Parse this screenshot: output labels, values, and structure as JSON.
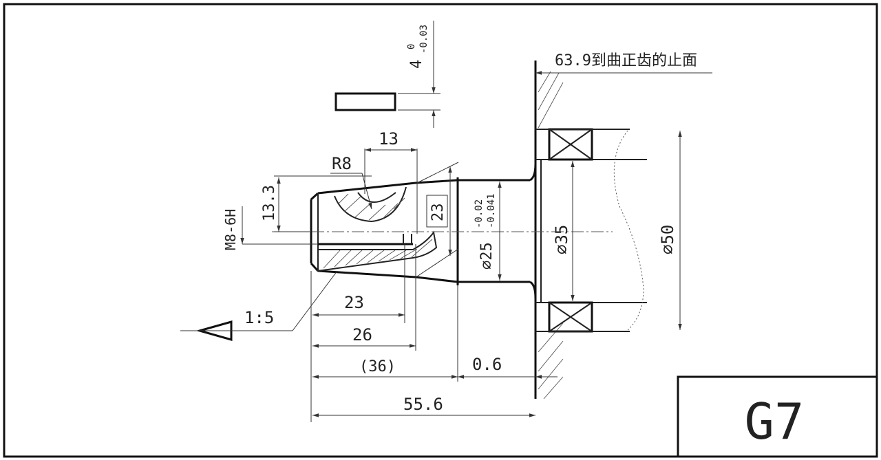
{
  "drawing": {
    "dims": {
      "key_height": "4",
      "key_tol_upper": "0",
      "key_tol_lower": "-0.03",
      "depth": "13",
      "radius": "R8",
      "thread_len": "13.3",
      "thread": "M8-6H",
      "box_23": "23",
      "shaft_dia": "⌀25",
      "shaft_tol_upper": "-0.02",
      "shaft_tol_lower": "-0.041",
      "bore_35": "⌀35",
      "bore_50": "⌀50",
      "taper": "1:5",
      "len_23": "23",
      "len_26": "26",
      "len_36": "(36)",
      "len_06": "0.6",
      "len_556": "55.6",
      "note_639": "63.9到曲正齿的止面"
    },
    "title_block": {
      "code": "G7"
    }
  }
}
